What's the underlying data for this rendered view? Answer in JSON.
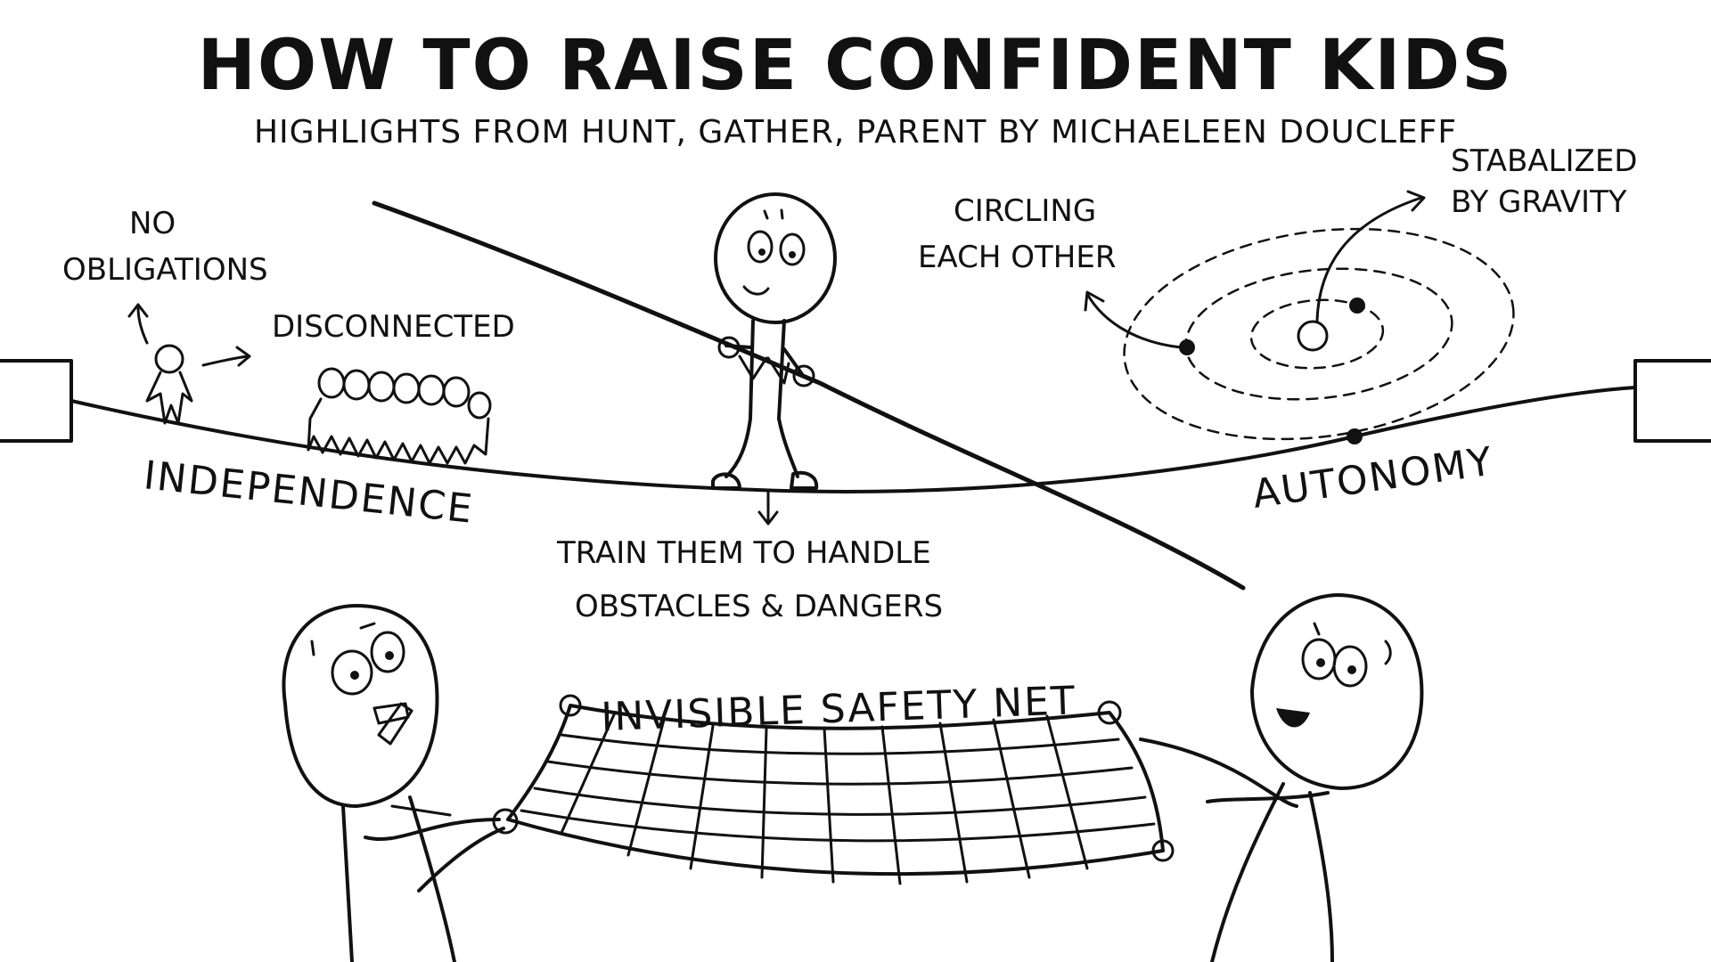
{
  "header": {
    "title": "How to Raise Confident Kids",
    "subtitle": "Highlights from Hunt, Gather, Parent by Michaeleen Doucleff"
  },
  "labels": {
    "no_obligations_line1": "No",
    "no_obligations_line2": "Obligations",
    "disconnected": "Disconnected",
    "independence": "Independence",
    "autonomy": "Autonomy",
    "circling_line1": "Circling",
    "circling_line2": "Each Other",
    "stabalized_line1": "Stabalized",
    "stabalized_line2": "By Gravity",
    "train_line1": "Train them to handle",
    "train_line2": "obstacles & dangers",
    "safety_net": "Invisible Safety Net"
  },
  "colors": {
    "ink": "#111111",
    "background": "#ffffff"
  }
}
